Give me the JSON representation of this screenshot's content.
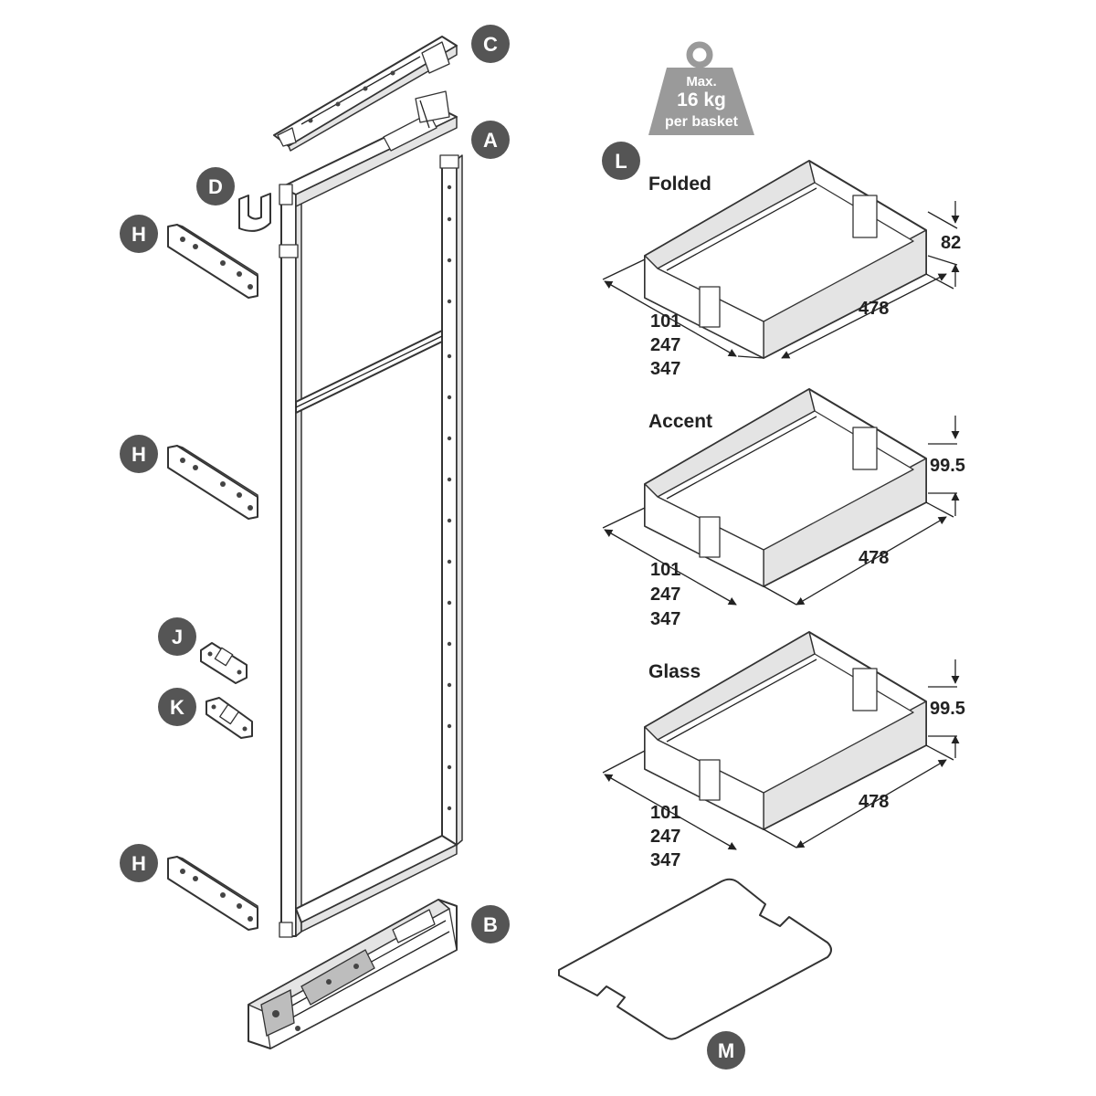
{
  "weight_badge": {
    "line1": "Max.",
    "line2": "16 kg",
    "line3": "per basket",
    "color": "#9a9a9a"
  },
  "badges": {
    "a": "A",
    "b": "B",
    "c": "C",
    "d": "D",
    "h": "H",
    "j": "J",
    "k": "K",
    "l": "L",
    "m": "M",
    "color": "#555555"
  },
  "baskets": [
    {
      "name": "Folded",
      "height": "82",
      "length": "478",
      "widths": [
        "101",
        "247",
        "347"
      ]
    },
    {
      "name": "Accent",
      "height": "99.5",
      "length": "478",
      "widths": [
        "101",
        "247",
        "347"
      ]
    },
    {
      "name": "Glass",
      "height": "99.5",
      "length": "478",
      "widths": [
        "101",
        "247",
        "347"
      ]
    }
  ]
}
